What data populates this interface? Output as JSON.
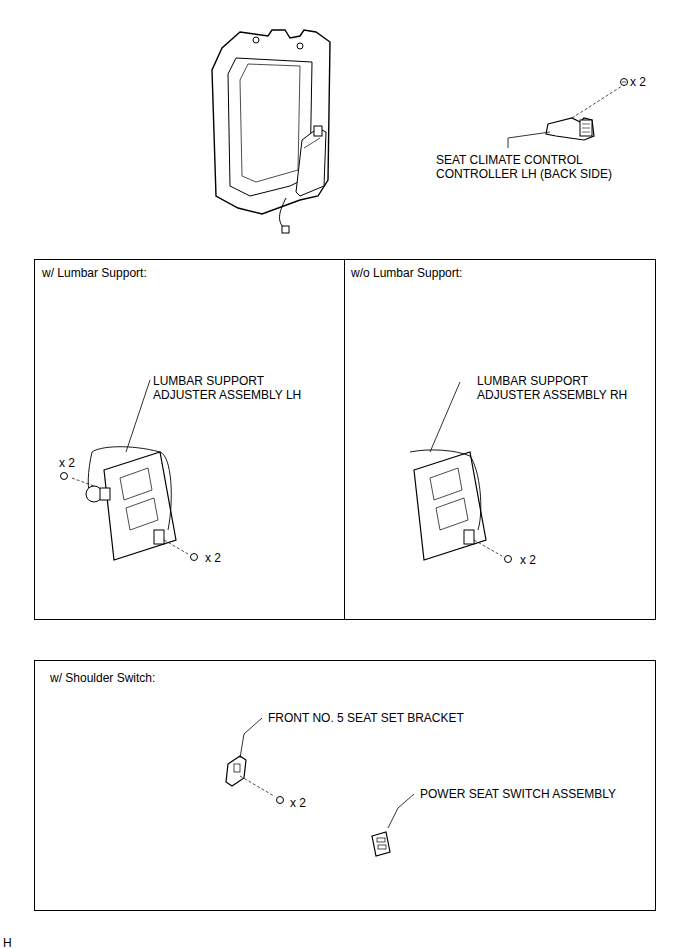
{
  "diagram": {
    "nodes": [
      {
        "text": [
          "w/ Lumbar Support:"
        ]
      },
      {
        "text": [
          "w/o Lumbar Support:"
        ]
      },
      {
        "text": [
          "w/ Shoulder Switch:"
        ]
      }
    ],
    "labels": [
      "x 2",
      "SEAT CLIMATE CONTROL CONTROLLER LH (BACK SIDE)",
      "LUMBAR SUPPORT ADJUSTER ASSEMBLY LH",
      "x 2",
      "x 2",
      "LUMBAR SUPPORT ADJUSTER ASSEMBLY RH",
      "x 2",
      "FRONT NO. 5 SEAT SET BRACKET",
      "x 2",
      "POWER SEAT SWITCH ASSEMBLY",
      "H"
    ]
  }
}
